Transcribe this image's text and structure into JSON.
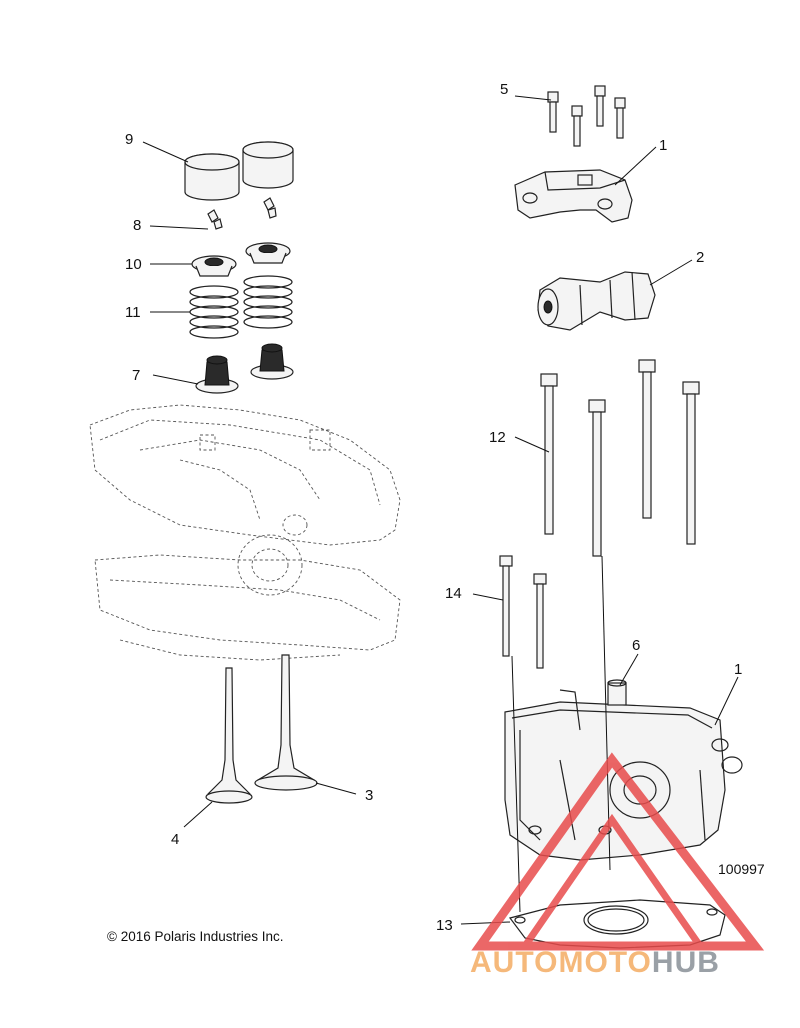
{
  "callouts": {
    "c1_top": "1",
    "c2": "2",
    "c3": "3",
    "c4": "4",
    "c5": "5",
    "c6": "6",
    "c7": "7",
    "c8": "8",
    "c9": "9",
    "c10": "10",
    "c11": "11",
    "c12": "12",
    "c13": "13",
    "c14": "14",
    "c1_bottom": "1"
  },
  "copyright": "© 2016 Polaris Industries Inc.",
  "figure_id": "100997",
  "watermark": {
    "part1": "AUTOMOTO",
    "part2": "HUB",
    "color_main": "#f5b87a",
    "color_accent": "#9aa0a6",
    "triangle_color": "#e84c4c"
  }
}
